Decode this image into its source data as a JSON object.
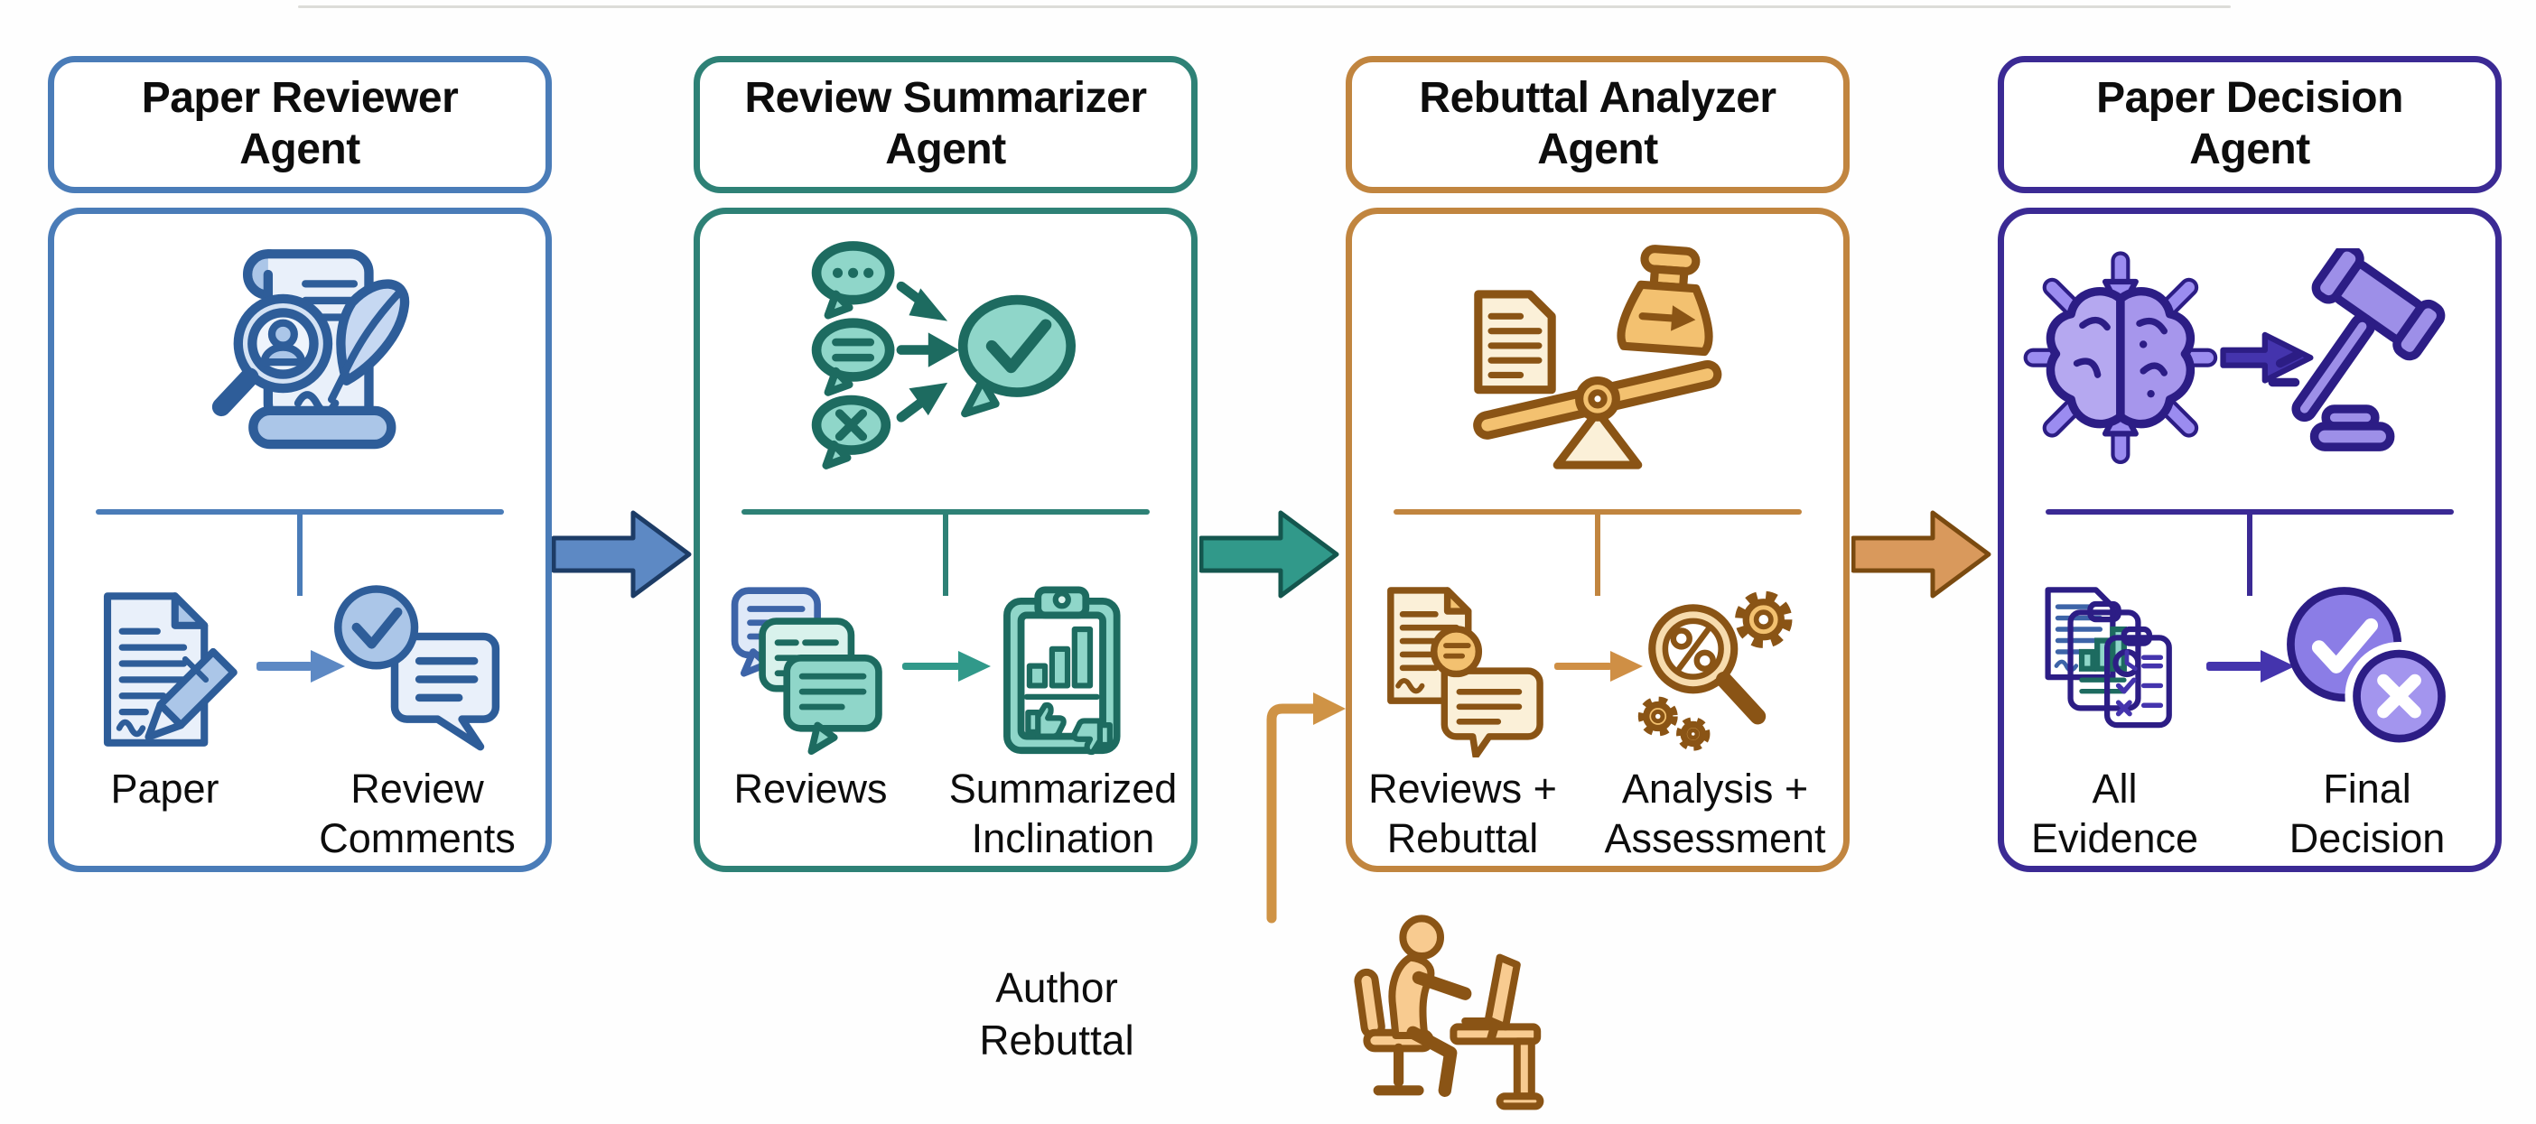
{
  "diagram": {
    "background": "#fefefe"
  },
  "agents": [
    {
      "id": "paper-reviewer-agent",
      "title": "Paper Reviewer\nAgent",
      "colors": {
        "accent": "#4a7cb8",
        "stroke": "#2e5d99",
        "fill_light": "#e9f0fa",
        "fill_mid": "#abc6e8",
        "arrow": "#5d89c4"
      },
      "main_icon": "scroll-magnifier-feather-icon",
      "input": {
        "icon": "paper-document-pen-icon",
        "label": "Paper"
      },
      "output": {
        "icon": "review-comments-bubble-check-icon",
        "label": "Review\nComments"
      }
    },
    {
      "id": "review-summarizer-agent",
      "title": "Review Summarizer\nAgent",
      "colors": {
        "accent": "#2e8176",
        "stroke": "#1d6b60",
        "fill_light": "#d9f2ec",
        "fill_mid": "#8fd6c9",
        "arrow": "#31998a"
      },
      "main_icon": "bubbles-merge-check-icon",
      "input": {
        "icon": "stacked-chat-bubbles-icon",
        "label": "Reviews"
      },
      "output": {
        "icon": "clipboard-chart-thumbs-icon",
        "label": "Summarized\nInclination"
      }
    },
    {
      "id": "rebuttal-analyzer-agent",
      "title": "Rebuttal Analyzer\nAgent",
      "colors": {
        "accent": "#c1853f",
        "stroke": "#8a5415",
        "fill_light": "#fbf0d8",
        "fill_mid": "#f3c170",
        "arrow": "#cf8f45"
      },
      "main_icon": "balance-seesaw-weight-icon",
      "input": {
        "icon": "document-magnifier-bubble-icon",
        "label": "Reviews +\nRebuttal"
      },
      "output": {
        "icon": "magnifier-percent-gears-icon",
        "label": "Analysis +\nAssessment"
      }
    },
    {
      "id": "paper-decision-agent",
      "title": "Paper Decision\nAgent",
      "colors": {
        "accent": "#3b2a94",
        "stroke": "#2c1d85",
        "fill_light": "#ddd6f7",
        "fill_mid": "#9d8fe8",
        "arrow": "#4434ad"
      },
      "main_icon": "brain-consensus-gavel-icon",
      "input": {
        "icon": "evidence-documents-stack-icon",
        "label": "All\nEvidence"
      },
      "output": {
        "icon": "check-cross-circles-icon",
        "label": "Final\nDecision"
      }
    }
  ],
  "connectors": [
    {
      "id": "reviewer-to-summarizer",
      "fill": "#5d89c4",
      "stroke": "#1d3c66"
    },
    {
      "id": "summarizer-to-analyzer",
      "fill": "#31998a",
      "stroke": "#14564e"
    },
    {
      "id": "analyzer-to-decision",
      "fill": "#d9995c",
      "stroke": "#7a4a10"
    },
    {
      "id": "author-to-analyzer",
      "fill": "#cf9345",
      "stroke": "#cf9345"
    }
  ],
  "author": {
    "label": "Author\nRebuttal",
    "icon": "author-at-desk-icon",
    "colors": {
      "stroke": "#8a5415",
      "fill_mid": "#f8cb90"
    }
  }
}
